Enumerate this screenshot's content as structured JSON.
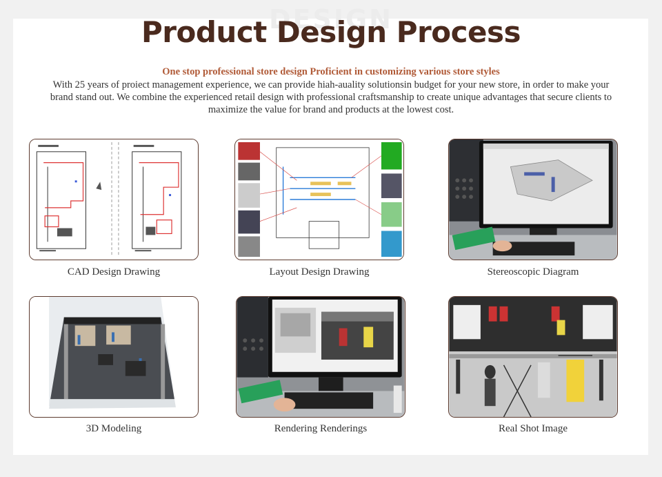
{
  "page": {
    "watermark": "DESIGN",
    "title": "Product Design Process",
    "tagline": "One stop professional store design Proficient in customizing various store styles",
    "description": "With 25 years of proiect management experience, we can provide hiah-auality solutionsin budget for your new store, in order to make your brand stand out. We combine the experienced retail design with professional craftsmanship to create unique advantages that secure clients to maximize the value for brand and products at the lowest cost."
  },
  "steps": [
    {
      "caption": "CAD Design Drawing",
      "image": "cad-floor-plan"
    },
    {
      "caption": "Layout Design Drawing",
      "image": "layout-plan-with-photos"
    },
    {
      "caption": "Stereoscopic Diagram",
      "image": "monitor-3d-diagram"
    },
    {
      "caption": "3D Modeling",
      "image": "3d-store-model"
    },
    {
      "caption": "Rendering Renderings",
      "image": "monitor-rendering"
    },
    {
      "caption": "Real Shot Image",
      "image": "store-photo"
    }
  ],
  "colors": {
    "title": "#4a2a1e",
    "tagline": "#b05a37",
    "card_border": "#5c3a2e"
  }
}
